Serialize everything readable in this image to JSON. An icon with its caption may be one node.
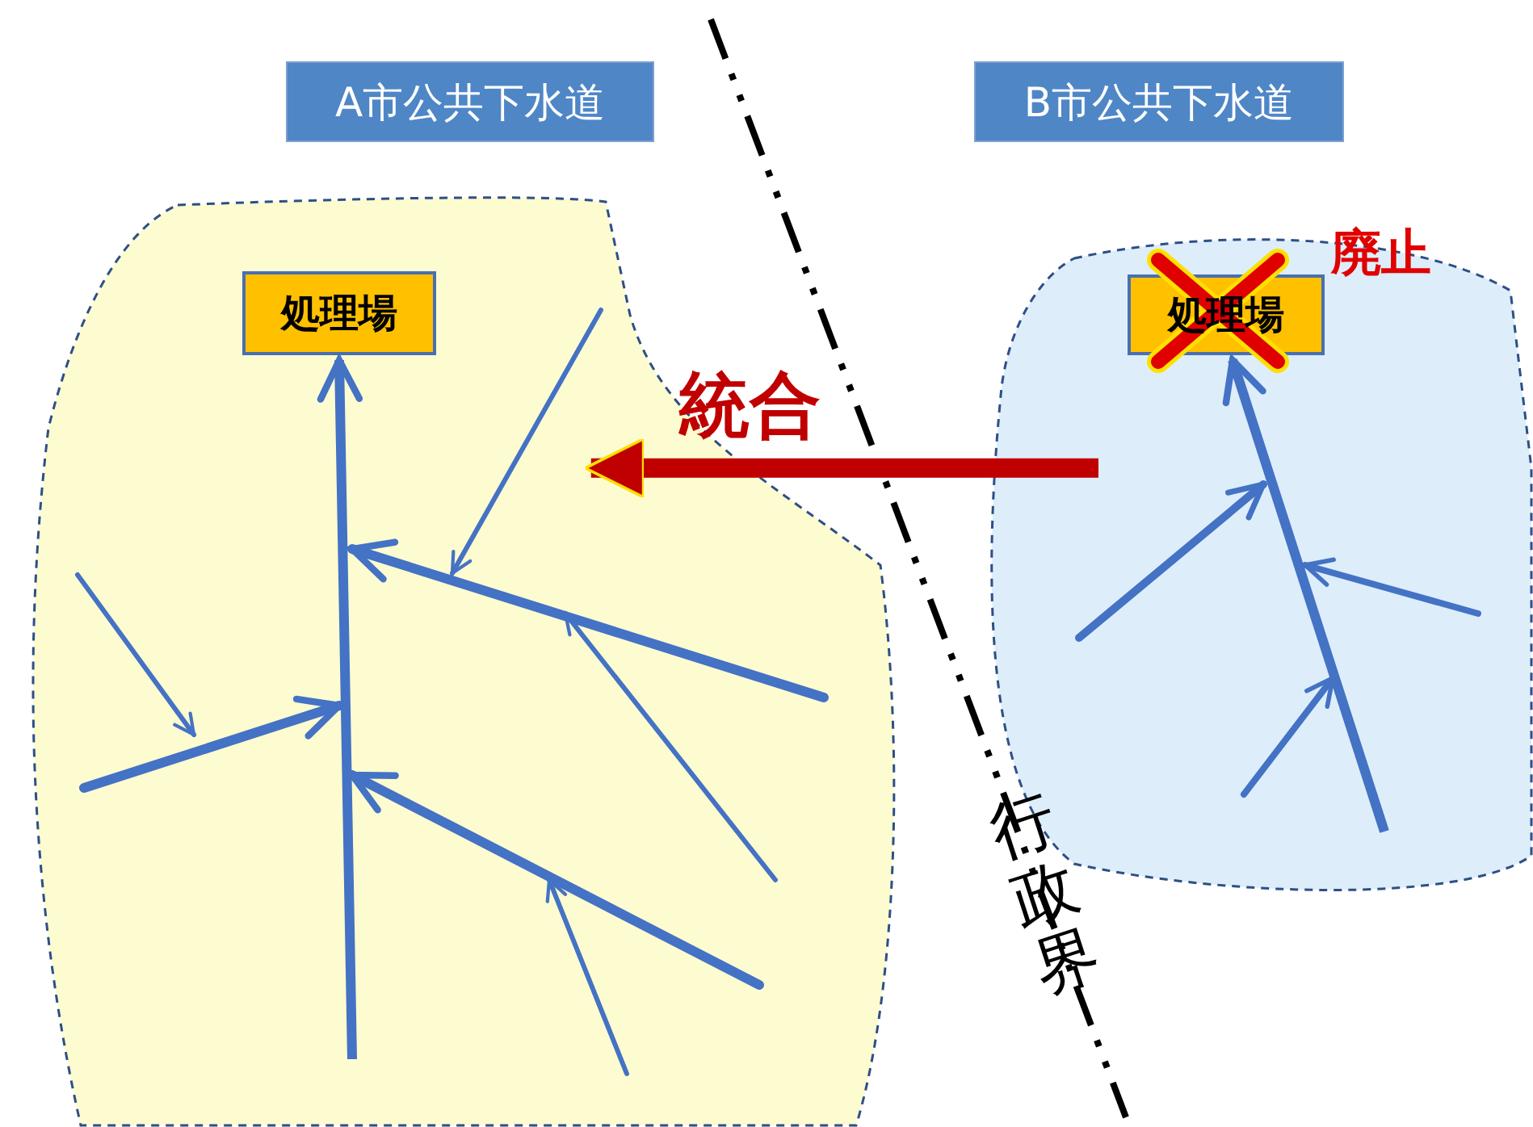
{
  "diagram": {
    "nodes": [
      {
        "text": [],
        "shape": "cloud"
      },
      {
        "text": [
          "処理場"
        ],
        "in": 0
      },
      {
        "text": [
          "A市公共下水道"
        ]
      },
      {
        "text": [],
        "shape": "cloud"
      },
      {
        "text": [
          "処理場"
        ],
        "in": 3,
        "beside": [
          "廃止"
        ]
      },
      {
        "text": [
          "B市公共下水道"
        ]
      }
    ],
    "edges": [
      {
        "from": 3,
        "to": 0,
        "arrow": "to",
        "label": "統合",
        "style": "thick",
        "color": "#c00000"
      },
      {
        "from": null,
        "to": 1,
        "arrow": "to"
      },
      {
        "from": null,
        "to": 4,
        "arrow": "to"
      }
    ],
    "labels": [
      "行政界"
    ]
  }
}
